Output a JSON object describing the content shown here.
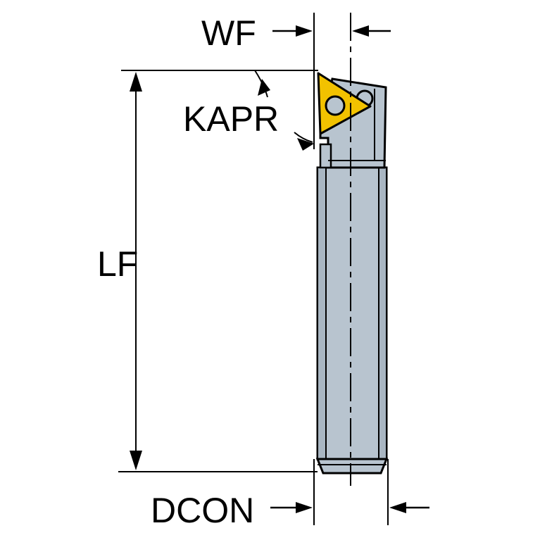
{
  "labels": {
    "wf": "WF",
    "kapr": "KAPR",
    "lf": "LF",
    "dcon": "DCON"
  },
  "colors": {
    "tool_body": "#b8c4cf",
    "tool_shade": "#9eabb8",
    "insert": "#f2c200",
    "outline": "#000000",
    "background": "#ffffff"
  }
}
